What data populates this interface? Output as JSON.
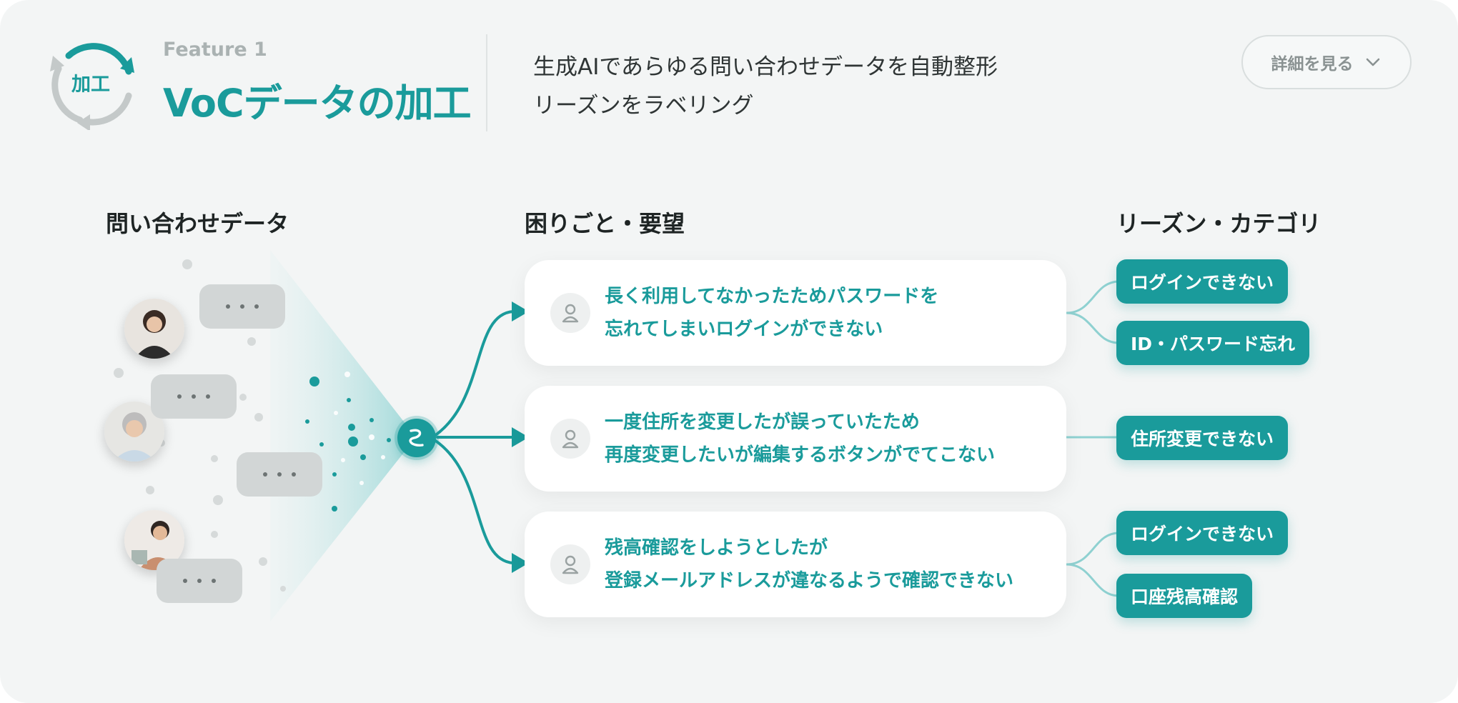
{
  "header": {
    "badge_label": "加工",
    "feature_label": "Feature 1",
    "title": "VoCデータの加工",
    "description_line1": "生成AIであらゆる問い合わせデータを自動整形",
    "description_line2": "リーズンをラベリング",
    "detail_button_label": "詳細を見る"
  },
  "columns": {
    "inquiry_title": "問い合わせデータ",
    "problem_title": "困りごと・要望",
    "reason_title": "リーズン・カテゴリ"
  },
  "problems": [
    {
      "line1": "長く利用してなかったためパスワードを",
      "line2": "忘れてしまいログインができない",
      "tags": [
        "ログインできない",
        "ID・パスワード忘れ"
      ]
    },
    {
      "line1": "一度住所を変更したが誤っていたため",
      "line2": "再度変更したいが編集するボタンがでてこない",
      "tags": [
        "住所変更できない"
      ]
    },
    {
      "line1": "残高確認をしようとしたが",
      "line2": "登録メールアドレスが違なるようで確認できない",
      "tags": [
        "ログインできない",
        "口座残高確認"
      ]
    }
  ],
  "colors": {
    "accent": "#1a9b9b",
    "background": "#f3f5f5",
    "bubble": "#d2d6d6",
    "tag_text": "#ffffff"
  }
}
